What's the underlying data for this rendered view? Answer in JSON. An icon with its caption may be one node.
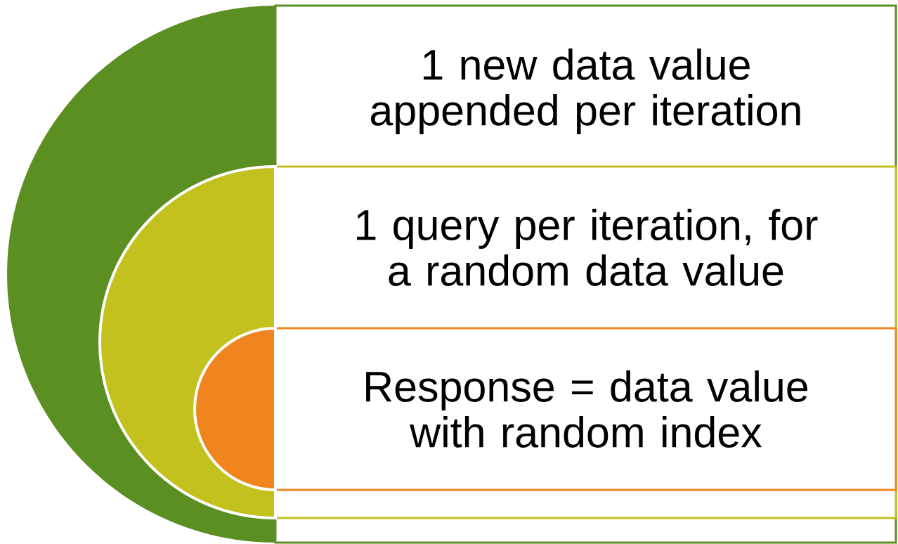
{
  "diagram": {
    "nodes": [
      {
        "text": [
          "1 new data value appended per iteration"
        ]
      },
      {
        "text": [
          "1 query per iteration, for a random data value"
        ],
        "in": 0
      },
      {
        "text": [
          "Response = data value with random index"
        ],
        "in": 1
      }
    ]
  }
}
